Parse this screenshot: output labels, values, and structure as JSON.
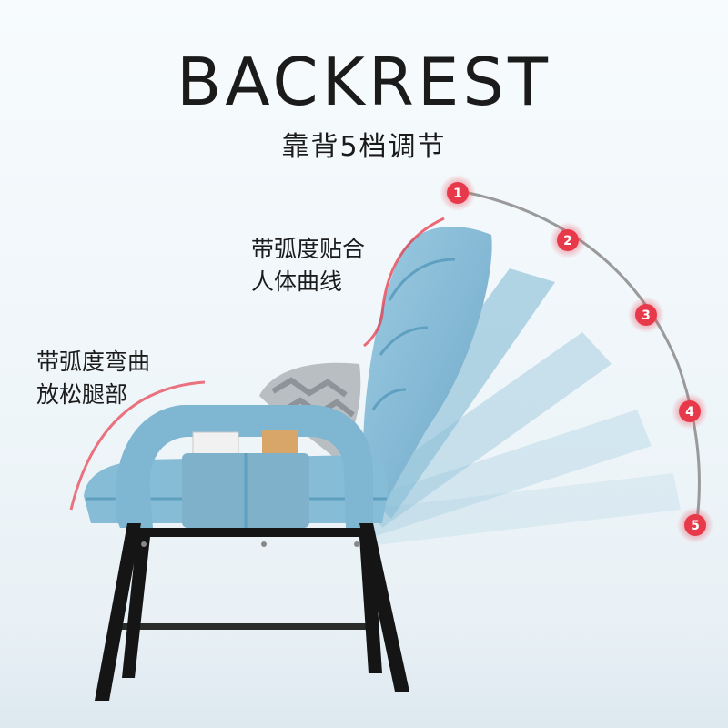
{
  "headline": "BACKREST",
  "subheadline": "靠背5档调节",
  "callouts": {
    "backrest_curve": [
      "带弧度贴合",
      "人体曲线"
    ],
    "leg_curve": [
      "带弧度弯曲",
      "放松腿部"
    ]
  },
  "angle_markers": [
    "1",
    "2",
    "3",
    "4",
    "5"
  ],
  "colors": {
    "fabric": "#86bcd6",
    "fabric_dark": "#5f9fc0",
    "frame": "#151515",
    "marker": "#e8394a",
    "arc": "#9a9a9a",
    "text": "#1b1b1b"
  }
}
